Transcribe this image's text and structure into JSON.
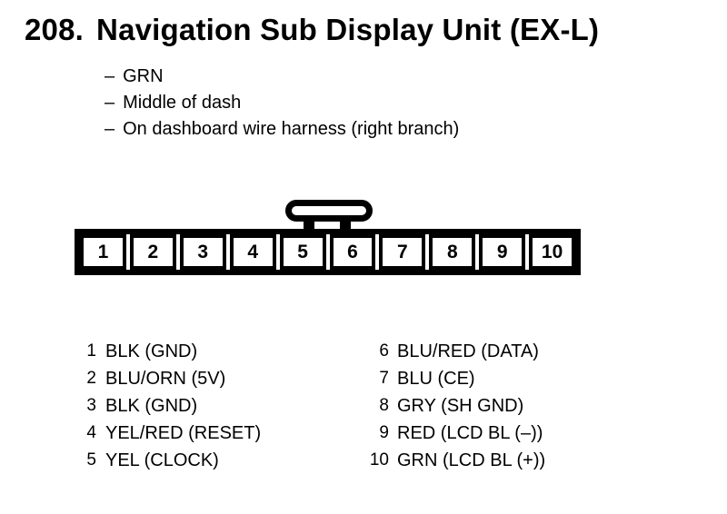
{
  "page": {
    "background": "#ffffff",
    "ink": "#000000"
  },
  "title": {
    "number": "208.",
    "text": "Navigation Sub Display Unit (EX-L)"
  },
  "notes": {
    "dash": "–",
    "items": [
      "GRN",
      "Middle of dash",
      "On dashboard wire harness (right branch)"
    ]
  },
  "connector": {
    "pin_cells": [
      "1",
      "2",
      "3",
      "4",
      "5",
      "6",
      "7",
      "8",
      "9",
      "10"
    ]
  },
  "pin_table": {
    "left": [
      {
        "num": "1",
        "label": "BLK (GND)"
      },
      {
        "num": "2",
        "label": "BLU/ORN (5V)"
      },
      {
        "num": "3",
        "label": "BLK (GND)"
      },
      {
        "num": "4",
        "label": "YEL/RED (RESET)"
      },
      {
        "num": "5",
        "label": "YEL (CLOCK)"
      }
    ],
    "right": [
      {
        "num": "6",
        "label": "BLU/RED (DATA)"
      },
      {
        "num": "7",
        "label": "BLU (CE)"
      },
      {
        "num": "8",
        "label": "GRY (SH GND)"
      },
      {
        "num": "9",
        "label": "RED (LCD BL (–))"
      },
      {
        "num": "10",
        "label": "GRN (LCD BL (+))"
      }
    ]
  }
}
